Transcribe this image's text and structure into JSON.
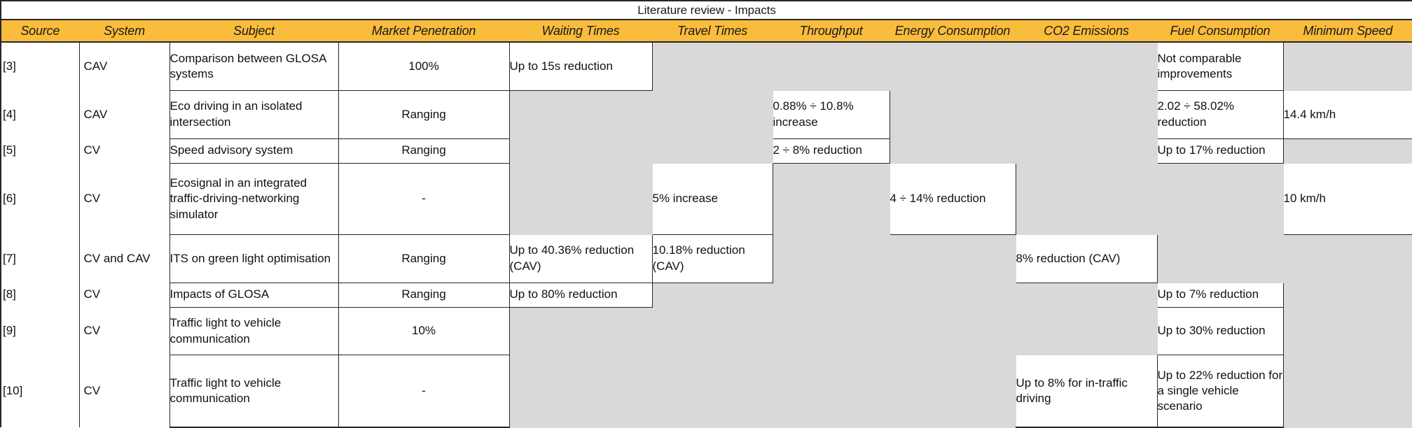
{
  "title": "Literature review - Impacts",
  "theme": {
    "header_background": "#FABC3C",
    "empty_cell_background": "#D9D9D9",
    "border_color": "#262626",
    "text_color": "#111111"
  },
  "columns": [
    {
      "key": "source",
      "label": "Source"
    },
    {
      "key": "system",
      "label": "System"
    },
    {
      "key": "subject",
      "label": "Subject"
    },
    {
      "key": "market_penetration",
      "label": "Market Penetration"
    },
    {
      "key": "waiting_times",
      "label": "Waiting Times"
    },
    {
      "key": "travel_times",
      "label": "Travel Times"
    },
    {
      "key": "throughput",
      "label": "Throughput"
    },
    {
      "key": "energy_consumption",
      "label": "Energy Consumption"
    },
    {
      "key": "co2_emissions",
      "label": "CO2 Emissions"
    },
    {
      "key": "fuel_consumption",
      "label": "Fuel Consumption"
    },
    {
      "key": "minimum_speed",
      "label": "Minimum Speed"
    }
  ],
  "rows": [
    {
      "source": "[3]",
      "system": "CAV",
      "subject": "Comparison between GLOSA systems",
      "market_penetration": "100%",
      "waiting_times": "Up to 15s reduction",
      "travel_times": "",
      "throughput": "",
      "energy_consumption": "",
      "co2_emissions": "",
      "fuel_consumption": "Not comparable improvements",
      "minimum_speed": ""
    },
    {
      "source": "[4]",
      "system": "CAV",
      "subject": "Eco driving in an isolated intersection",
      "market_penetration": "Ranging",
      "waiting_times": "",
      "travel_times": "",
      "throughput": "0.88% ÷ 10.8% increase",
      "energy_consumption": "",
      "co2_emissions": "",
      "fuel_consumption": "2.02 ÷ 58.02% reduction",
      "minimum_speed": "14.4 km/h"
    },
    {
      "source": "[5]",
      "system": "CV",
      "subject": "Speed advisory system",
      "market_penetration": "Ranging",
      "waiting_times": "",
      "travel_times": "",
      "throughput": "2 ÷ 8% reduction",
      "energy_consumption": "",
      "co2_emissions": "",
      "fuel_consumption": "Up to 17% reduction",
      "minimum_speed": ""
    },
    {
      "source": "[6]",
      "system": "CV",
      "subject": "Ecosignal in an integrated traffic-driving-networking simulator",
      "market_penetration": "-",
      "waiting_times": "",
      "travel_times": "5% increase",
      "throughput": "",
      "energy_consumption": "4 ÷ 14% reduction",
      "co2_emissions": "",
      "fuel_consumption": "",
      "minimum_speed": "10 km/h"
    },
    {
      "source": "[7]",
      "system": "CV and CAV",
      "subject": "ITS on green light optimisation",
      "market_penetration": "Ranging",
      "waiting_times": "Up to 40.36% reduction (CAV)",
      "travel_times": "10.18% reduction (CAV)",
      "throughput": "",
      "energy_consumption": "",
      "co2_emissions": "8% reduction (CAV)",
      "fuel_consumption": "",
      "minimum_speed": ""
    },
    {
      "source": "[8]",
      "system": "CV",
      "subject": "Impacts of GLOSA",
      "market_penetration": "Ranging",
      "waiting_times": "Up to 80% reduction",
      "travel_times": "",
      "throughput": "",
      "energy_consumption": "",
      "co2_emissions": "",
      "fuel_consumption": "Up to 7% reduction",
      "minimum_speed": ""
    },
    {
      "source": "[9]",
      "system": "CV",
      "subject": "Traffic light to vehicle communication",
      "market_penetration": "10%",
      "waiting_times": "",
      "travel_times": "",
      "throughput": "",
      "energy_consumption": "",
      "co2_emissions": "",
      "fuel_consumption": "Up to 30% reduction",
      "minimum_speed": ""
    },
    {
      "source": "[10]",
      "system": "CV",
      "subject": "Traffic light to vehicle communication",
      "market_penetration": "-",
      "waiting_times": "",
      "travel_times": "",
      "throughput": "",
      "energy_consumption": "",
      "co2_emissions": "Up to 8% for in-traffic driving",
      "fuel_consumption": "Up to 22% reduction for a single vehicle scenario",
      "minimum_speed": ""
    }
  ]
}
